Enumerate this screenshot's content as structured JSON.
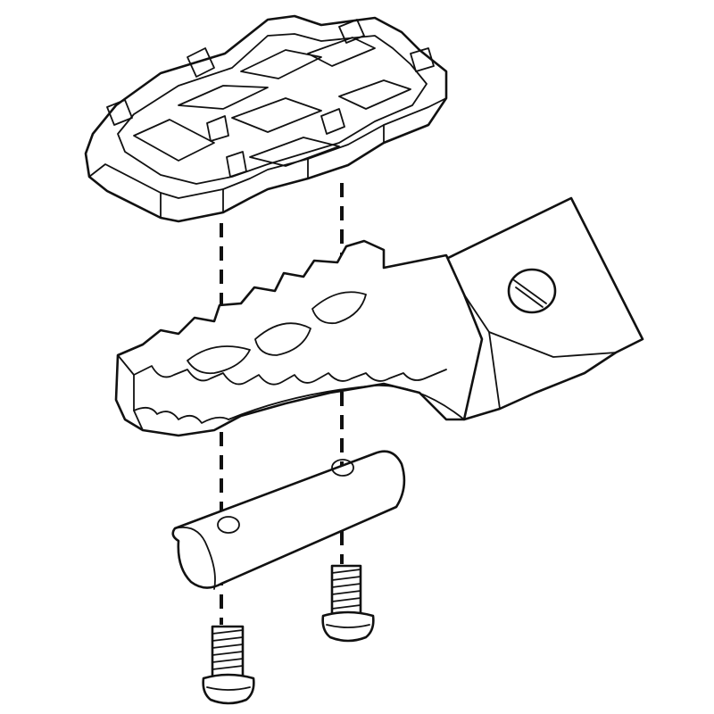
{
  "diagram": {
    "type": "exploded-assembly",
    "parts": [
      {
        "name": "foot-peg-pad",
        "icon": "tread-pad-icon"
      },
      {
        "name": "foot-peg-bracket",
        "icon": "serrated-peg-icon"
      },
      {
        "name": "mounting-block",
        "icon": "half-cylinder-icon"
      },
      {
        "name": "bolt-left",
        "icon": "bolt-icon"
      },
      {
        "name": "bolt-right",
        "icon": "bolt-icon"
      }
    ],
    "alignment_lines": 2,
    "stroke_color": "#111111",
    "background_color": "#ffffff"
  }
}
